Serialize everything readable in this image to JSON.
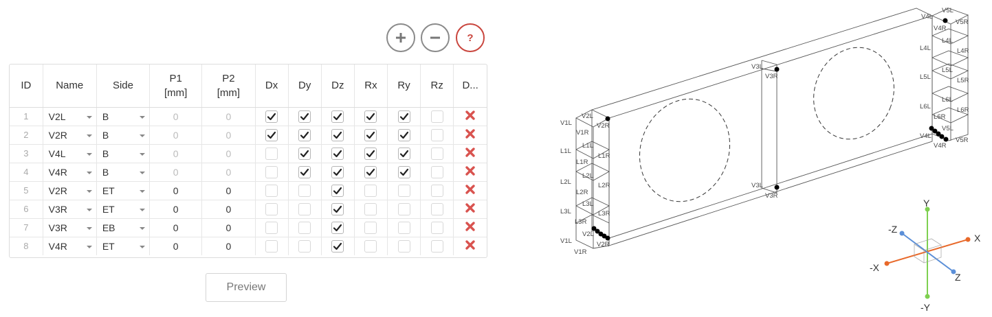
{
  "toolbar": {
    "add_icon": "plus-icon",
    "remove_icon": "minus-icon",
    "help_label": "?",
    "colors": {
      "help": "#c9453d",
      "neutral": "#8a8a8a"
    }
  },
  "table": {
    "headers": {
      "id": "ID",
      "name": "Name",
      "side": "Side",
      "p1": "P1",
      "p1_unit": "[mm]",
      "p2": "P2",
      "p2_unit": "[mm]",
      "dx": "Dx",
      "dy": "Dy",
      "dz": "Dz",
      "rx": "Rx",
      "ry": "Ry",
      "rz": "Rz",
      "del": "D..."
    },
    "rows": [
      {
        "id": "1",
        "name": "V2L",
        "side": "B",
        "p1": "0",
        "p2": "0",
        "dx": true,
        "dy": true,
        "dz": true,
        "rx": true,
        "ry": true,
        "rz": false
      },
      {
        "id": "2",
        "name": "V2R",
        "side": "B",
        "p1": "0",
        "p2": "0",
        "dx": true,
        "dy": true,
        "dz": true,
        "rx": true,
        "ry": true,
        "rz": false
      },
      {
        "id": "3",
        "name": "V4L",
        "side": "B",
        "p1": "0",
        "p2": "0",
        "dx": false,
        "dy": true,
        "dz": true,
        "rx": true,
        "ry": true,
        "rz": false
      },
      {
        "id": "4",
        "name": "V4R",
        "side": "B",
        "p1": "0",
        "p2": "0",
        "dx": false,
        "dy": true,
        "dz": true,
        "rx": true,
        "ry": true,
        "rz": false
      },
      {
        "id": "5",
        "name": "V2R",
        "side": "ET",
        "p1": "0",
        "p2": "0",
        "dx": false,
        "dy": false,
        "dz": true,
        "rx": false,
        "ry": false,
        "rz": false
      },
      {
        "id": "6",
        "name": "V3R",
        "side": "ET",
        "p1": "0",
        "p2": "0",
        "dx": false,
        "dy": false,
        "dz": true,
        "rx": false,
        "ry": false,
        "rz": false
      },
      {
        "id": "7",
        "name": "V3R",
        "side": "EB",
        "p1": "0",
        "p2": "0",
        "dx": false,
        "dy": false,
        "dz": true,
        "rx": false,
        "ry": false,
        "rz": false
      },
      {
        "id": "8",
        "name": "V4R",
        "side": "ET",
        "p1": "0",
        "p2": "0",
        "dx": false,
        "dy": false,
        "dz": true,
        "rx": false,
        "ry": false,
        "rz": false
      }
    ],
    "delete_color": "#d9534f"
  },
  "preview_label": "Preview",
  "viewer": {
    "labels": {
      "v2l_top": "V2L",
      "v2r_top": "V2R",
      "v1l_top": "V1L",
      "v1r_top": "V1R",
      "l1l_a": "L1L",
      "l1r_a": "L1R",
      "l1l_b": "L1L",
      "l1r_b": "L1R",
      "l2l_a": "L2L",
      "l2r_a": "L2R",
      "l2l_b": "L2L",
      "l2r_b": "L2R",
      "l3l_a": "L3L",
      "l3r_a": "L3R",
      "l3l_b": "L3L",
      "l3r_b": "L3R",
      "v2l_bot": "V2L",
      "v2r_bot": "V2R",
      "v1l_bot": "V1L",
      "v1r_bot": "V1R",
      "v3l_top": "V3L",
      "v3r_top": "V3R",
      "v3l_bot": "V3L",
      "v3r_bot": "V3R",
      "v4l_top": "V4L",
      "v5l_top": "V5L",
      "v4r_top": "V4R",
      "v5r_top": "V5R",
      "l4l_a": "L4L",
      "l4l_b": "L4L",
      "l4r": "L4R",
      "l5l_a": "L5L",
      "l5l_b": "L5L",
      "l5r": "L5R",
      "l6l_a": "L6L",
      "l6l_b": "L6L",
      "l6r_a": "L6R",
      "l6r_b": "L6R",
      "v5l_bot": "V5L",
      "v4l_bot": "V4L",
      "v4r_bot": "V4R",
      "v5r_bot": "V5R"
    },
    "axes": {
      "y_pos": "Y",
      "y_neg": "-Y",
      "x_pos": "X",
      "x_neg": "-X",
      "z_pos": "Z",
      "z_neg": "-Z",
      "colors": {
        "x": "#e8692a",
        "y": "#7ed050",
        "z": "#5b8fd8"
      }
    }
  }
}
